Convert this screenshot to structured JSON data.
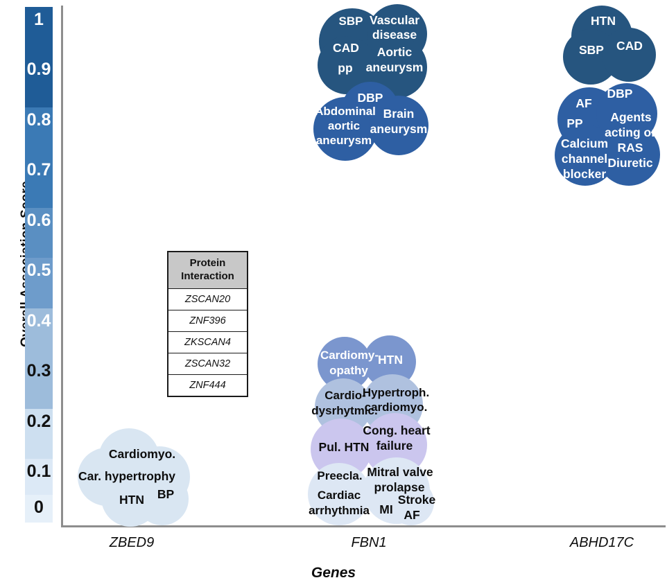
{
  "chart_data": {
    "type": "bubble",
    "title": "",
    "xlabel": "Genes",
    "ylabel": "Overall Association Score",
    "ylim": [
      0,
      1
    ],
    "grid": false,
    "legend": "none",
    "colorbar": {
      "label": "Overall Association Score",
      "ticks": [
        "1",
        "0.9",
        "0.8",
        "0.7",
        "0.6",
        "0.5",
        "0.4",
        "0.3",
        "0.2",
        "0.1",
        "0"
      ],
      "tick_text_colors": [
        "#ffffff",
        "#ffffff",
        "#ffffff",
        "#ffffff",
        "#ffffff",
        "#ffffff",
        "#ffffff",
        "#111111",
        "#111111",
        "#111111",
        "#111111"
      ],
      "bands": [
        {
          "range": "0.9-1.0",
          "color": "#1f5C97"
        },
        {
          "range": "0.8-0.9",
          "color": "#1f5C97"
        },
        {
          "range": "0.7-0.8",
          "color": "#3b7ab5"
        },
        {
          "range": "0.6-0.7",
          "color": "#3b7ab5"
        },
        {
          "range": "0.5-0.6",
          "color": "#5a8fc2"
        },
        {
          "range": "0.4-0.5",
          "color": "#6e9ccb"
        },
        {
          "range": "0.3-0.4",
          "color": "#9dbcdb"
        },
        {
          "range": "0.2-0.3",
          "color": "#9dbcdb"
        },
        {
          "range": "0.1-0.2",
          "color": "#cddff0"
        },
        {
          "range": "0.05-0.1",
          "color": "#dce9f6"
        },
        {
          "range": "0-0.05",
          "color": "#e6f0f9"
        }
      ]
    },
    "categories": [
      "ZBED9",
      "FBN1",
      "ABHD17C"
    ],
    "genes": [
      {
        "name": "ZBED9",
        "clusters": [
          {
            "score_band": "0.0-0.2",
            "color": "#d9e6f2",
            "text_color": "#0d0d0d",
            "traits": [
              "Cardiomyo.",
              "Car. hypertrophy",
              "HTN",
              "BP"
            ]
          }
        ]
      },
      {
        "name": "FBN1",
        "clusters": [
          {
            "score_band": "0.9-1.0",
            "color": "#26557f",
            "text_color": "#ffffff",
            "traits": [
              "SBP",
              "Vascular disease",
              "CAD",
              "Aortic aneurysm",
              "pp"
            ]
          },
          {
            "score_band": "0.75-0.9",
            "color": "#2e5fa3",
            "text_color": "#ffffff",
            "traits": [
              "DBP",
              "Abdominal aortic aneurysm",
              "Brain aneurysm"
            ]
          },
          {
            "score_band": "0.35-0.4",
            "color": "#7b96ce",
            "text_color": "#ffffff",
            "traits": [
              "Cardiomy-opathy",
              "HTN"
            ]
          },
          {
            "score_band": "0.28-0.35",
            "color": "#afc1df",
            "text_color": "#0d0d0d",
            "traits": [
              "Cardio-dysrhytmic.",
              "Hypertroph. cardiomyo."
            ]
          },
          {
            "score_band": "0.18-0.28",
            "color": "#cbc6ee",
            "text_color": "#0d0d0d",
            "traits": [
              "Pul. HTN",
              "Cong. heart failure"
            ]
          },
          {
            "score_band": "0.0-0.18",
            "color": "#dde7f4",
            "text_color": "#0d0d0d",
            "traits": [
              "Preecla.",
              "Mitral valve prolapse",
              "Cardiac arrhythmia",
              "MI",
              "Stroke",
              "AF"
            ]
          }
        ]
      },
      {
        "name": "ABHD17C",
        "clusters": [
          {
            "score_band": "0.9-1.0",
            "color": "#26557f",
            "text_color": "#ffffff",
            "traits": [
              "HTN",
              "SBP",
              "CAD"
            ]
          },
          {
            "score_band": "0.7-0.88",
            "color": "#2e5fa3",
            "text_color": "#ffffff",
            "traits": [
              "DBP",
              "AF",
              "PP",
              "Agents acting on RAS",
              "Calcium channel blocker",
              "Diuretic"
            ]
          }
        ]
      }
    ]
  },
  "axes": {
    "y_title": "Overall Association Score",
    "x_title": "Genes",
    "x_ticks": [
      "ZBED9",
      "FBN1",
      "ABHD17C"
    ],
    "y_ticks": [
      "1",
      "0.9",
      "0.8",
      "0.7",
      "0.6",
      "0.5",
      "0.4",
      "0.3",
      "0.2",
      "0.1",
      "0"
    ]
  },
  "protein_table": {
    "header": "Protein Interaction",
    "header_line1": "Protein",
    "header_line2": "Interaction",
    "rows": [
      "ZSCAN20",
      "ZNF396",
      "ZKSCAN4",
      "ZSCAN32",
      "ZNF444"
    ]
  },
  "labels": {
    "fbn1_top": {
      "sbp": "SBP",
      "vascular_disease_l1": "Vascular",
      "vascular_disease_l2": "disease",
      "cad": "CAD",
      "aortic_l1": "Aortic",
      "aortic_l2": "aneurysm",
      "pp": "pp"
    },
    "fbn1_second": {
      "dbp": "DBP",
      "abdominal_l1": "Abdominal",
      "abdominal_l2": "aortic",
      "abdominal_l3": "aneurysm",
      "brain_l1": "Brain",
      "brain_l2": "aneurysm"
    },
    "fbn1_lower": {
      "cardiomyopathy_l1": "Cardiomy-",
      "cardiomyopathy_l2": "opathy",
      "htn": "HTN",
      "cardio_l1": "Cardio-",
      "cardio_l2": "dysrhytmic.",
      "hyper_l1": "Hypertroph.",
      "hyper_l2": "cardiomyo.",
      "pul_htn": "Pul. HTN",
      "cong_l1": "Cong. heart",
      "cong_l2": "failure",
      "preecla": "Preecla.",
      "mitral_l1": "Mitral valve",
      "mitral_l2": "prolapse",
      "cardiac_l1": "Cardiac",
      "cardiac_l2": "arrhythmia",
      "mi": "MI",
      "stroke": "Stroke",
      "af": "AF"
    },
    "zbed9": {
      "cardiomyo": "Cardiomyo.",
      "car_hypertrophy": "Car. hypertrophy",
      "htn": "HTN",
      "bp": "BP"
    },
    "abhd17c_top": {
      "htn": "HTN",
      "sbp": "SBP",
      "cad": "CAD"
    },
    "abhd17c_lower": {
      "dbp": "DBP",
      "af": "AF",
      "pp": "PP",
      "agents_l1": "Agents",
      "agents_l2": "acting on",
      "agents_l3": "RAS",
      "calcium_l1": "Calcium",
      "calcium_l2": "channel",
      "calcium_l3": "blocker",
      "diuretic": "Diuretic"
    }
  }
}
